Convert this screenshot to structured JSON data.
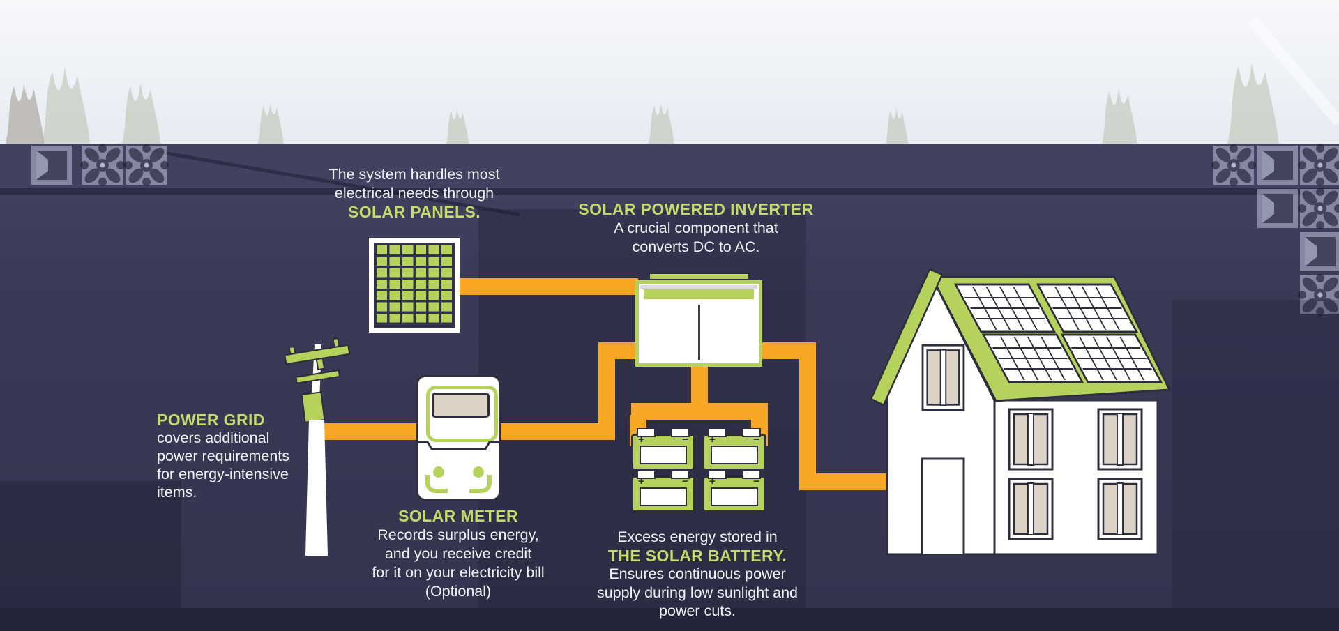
{
  "colors": {
    "green": "#b5d35c",
    "green_text": "#c4da69",
    "orange": "#f6a524",
    "navy": "#3b3b59",
    "navy_band": "#414160",
    "navy_strip": "#2c2c46",
    "navy_bottom": "#23233a",
    "outline": "#2e2e3e",
    "beige": "#dcd2c5",
    "text_white": "#f2f2f6"
  },
  "panels_note": {
    "lines": [
      "The system handles most",
      "electrical needs through"
    ],
    "highlight": "SOLAR PANELS."
  },
  "inverter_note": {
    "highlight": "SOLAR POWERED INVERTER",
    "lines": [
      "A crucial component that",
      "converts DC to AC."
    ]
  },
  "power_grid_note": {
    "highlight": "POWER GRID",
    "lines": [
      "covers additional",
      "power requirements",
      "for energy-intensive",
      "items."
    ]
  },
  "meter_note": {
    "highlight": "SOLAR METER",
    "lines": [
      "Records surplus energy,",
      "and you receive credit",
      "for it on your electricity bill",
      "(Optional)"
    ]
  },
  "battery_note": {
    "intro": "Excess energy stored in",
    "highlight": "THE SOLAR BATTERY.",
    "lines": [
      "Ensures continuous power",
      "supply during low sunlight and",
      "power cuts."
    ]
  },
  "battery_glyphs": {
    "plus": "+",
    "minus": "−"
  },
  "icons": {
    "solar_panel": "solar-panel-illustration",
    "inverter": "inverter-illustration",
    "power_pole": "power-pole-illustration",
    "solar_meter": "solar-meter-illustration",
    "solar_battery": "battery-illustration",
    "house": "house-illustration",
    "connector": "orange-conduit"
  }
}
